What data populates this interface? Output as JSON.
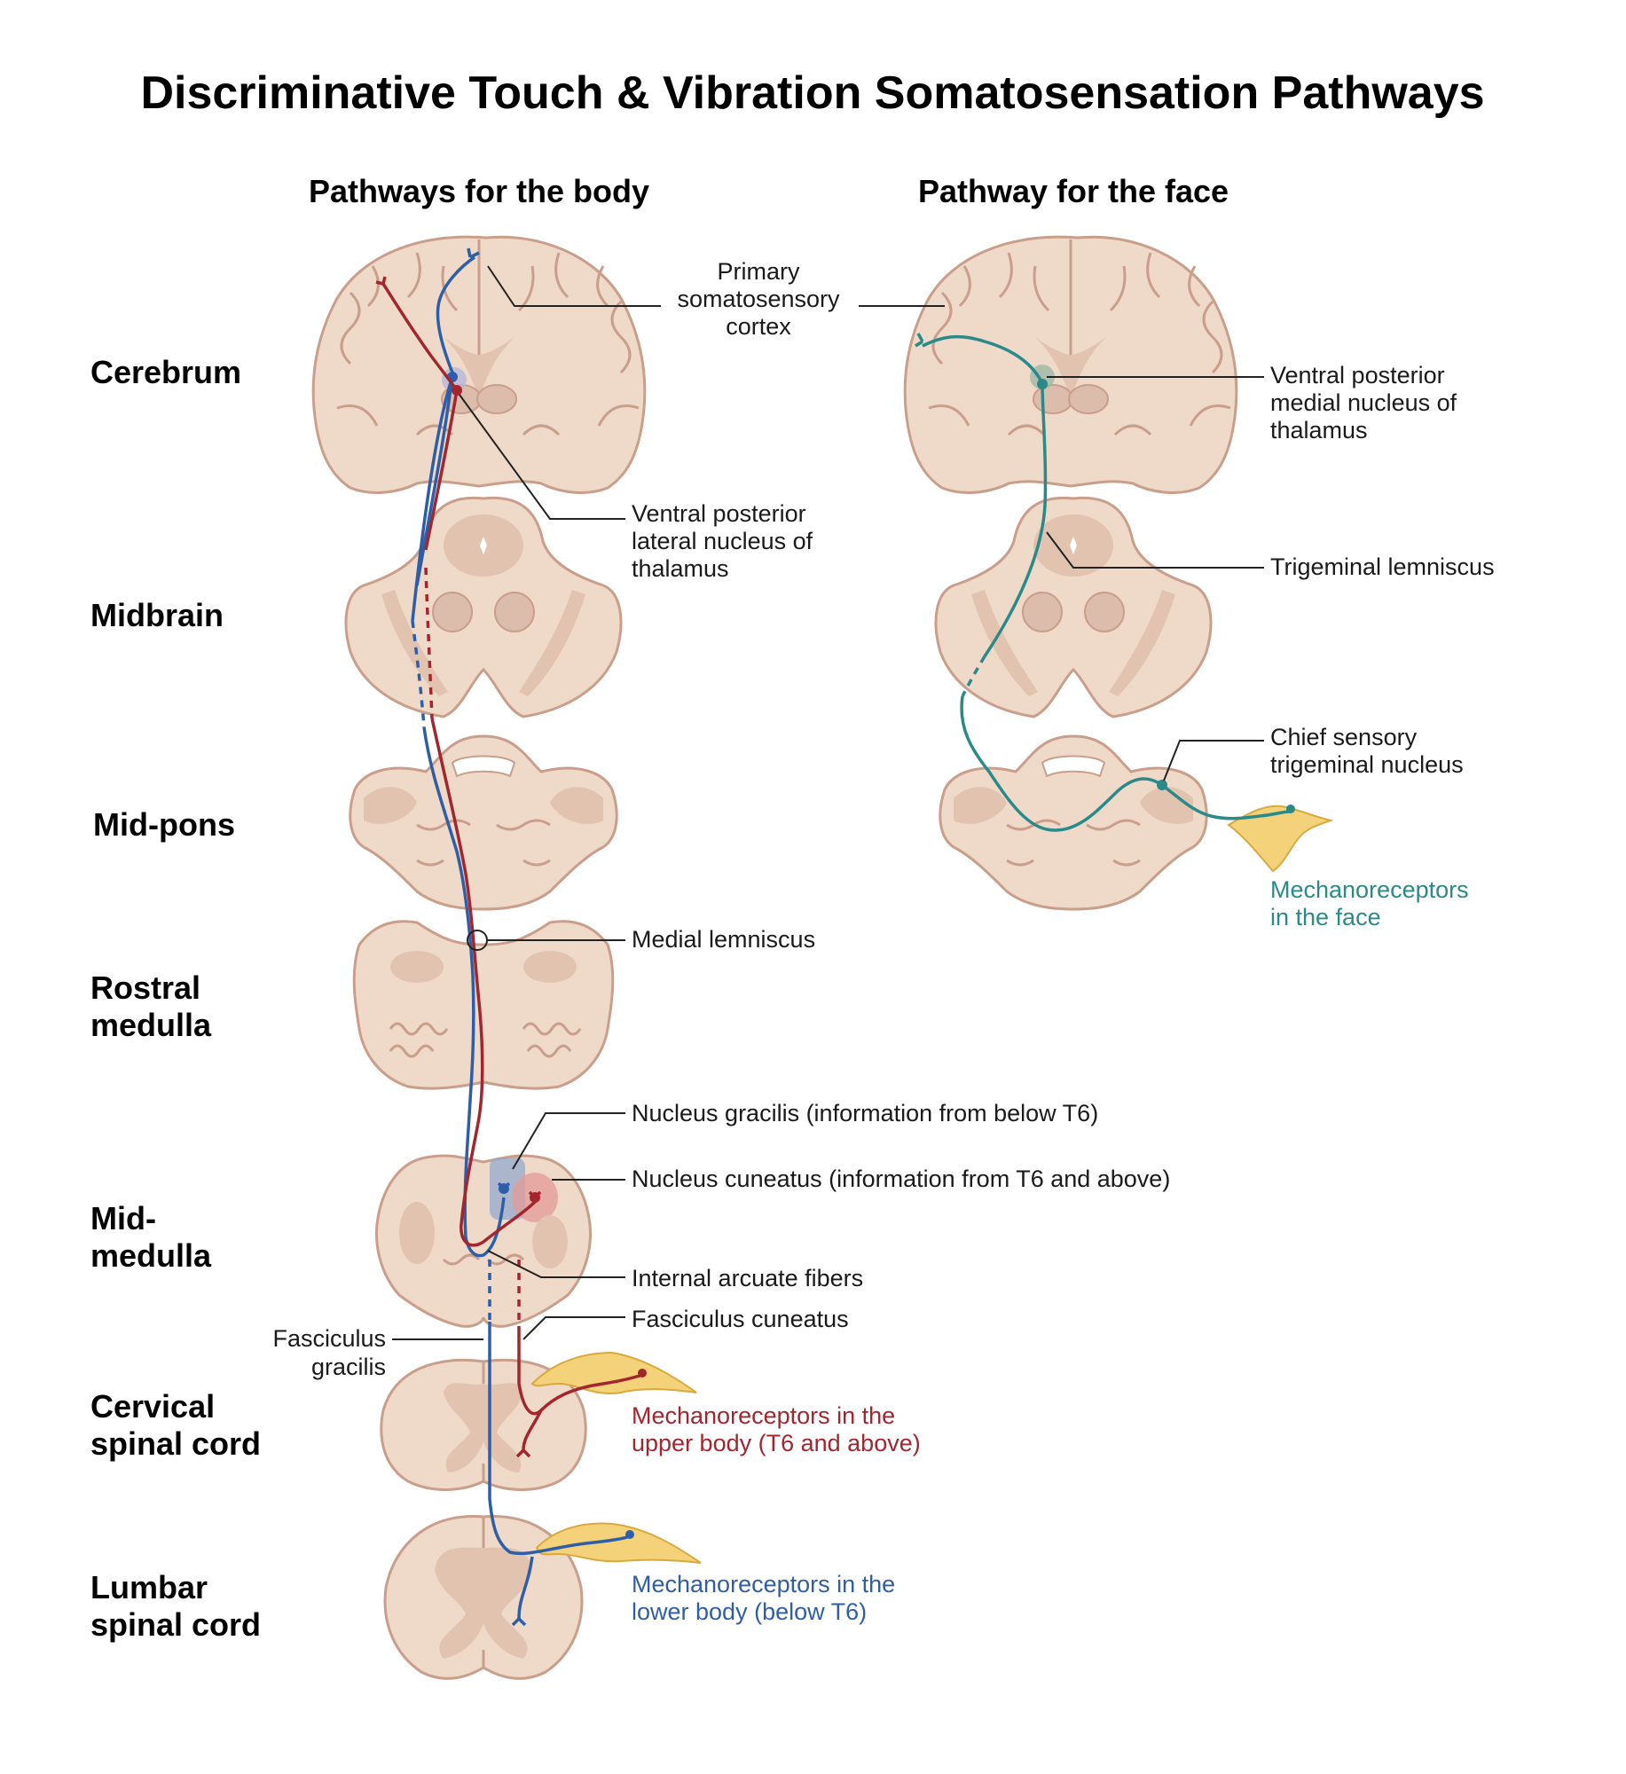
{
  "title": "Discriminative Touch & Vibration Somatosensation Pathways",
  "columns": {
    "body": "Pathways for the body",
    "face": "Pathway for the face"
  },
  "levels": {
    "cerebrum": "Cerebrum",
    "midbrain": "Midbrain",
    "midpons": "Mid-pons",
    "rostral_medulla": [
      "Rostral",
      "medulla"
    ],
    "mid_medulla": [
      "Mid-",
      "medulla"
    ],
    "cervical": [
      "Cervical",
      "spinal cord"
    ],
    "lumbar": [
      "Lumbar",
      "spinal cord"
    ]
  },
  "labels": {
    "primary_cortex": [
      "Primary",
      "somatosensory",
      "cortex"
    ],
    "vpl": [
      "Ventral posterior",
      "lateral nucleus of",
      "thalamus"
    ],
    "vpm": [
      "Ventral posterior",
      "medial nucleus of",
      "thalamus"
    ],
    "trigeminal_lemniscus": "Trigeminal lemniscus",
    "chief_sensory": [
      "Chief sensory",
      "trigeminal nucleus"
    ],
    "mech_face": [
      "Mechanoreceptors",
      "in the face"
    ],
    "medial_lemniscus": "Medial lemniscus",
    "nucleus_gracilis": "Nucleus gracilis (information from below T6)",
    "nucleus_cuneatus": "Nucleus cuneatus (information from T6 and above)",
    "internal_arcuate": "Internal arcuate fibers",
    "fasciculus_cuneatus": "Fasciculus cuneatus",
    "fasciculus_gracilis": [
      "Fasciculus",
      "gracilis"
    ],
    "mech_upper": [
      "Mechanoreceptors in the",
      "upper body (T6 and above)"
    ],
    "mech_lower": [
      "Mechanoreceptors in the",
      "lower body (below T6)"
    ]
  },
  "colors": {
    "upper_body_pathway": "#a3262e",
    "lower_body_pathway": "#2f5ea8",
    "face_pathway": "#2a8a8a",
    "tissue": "#efd9c8"
  }
}
